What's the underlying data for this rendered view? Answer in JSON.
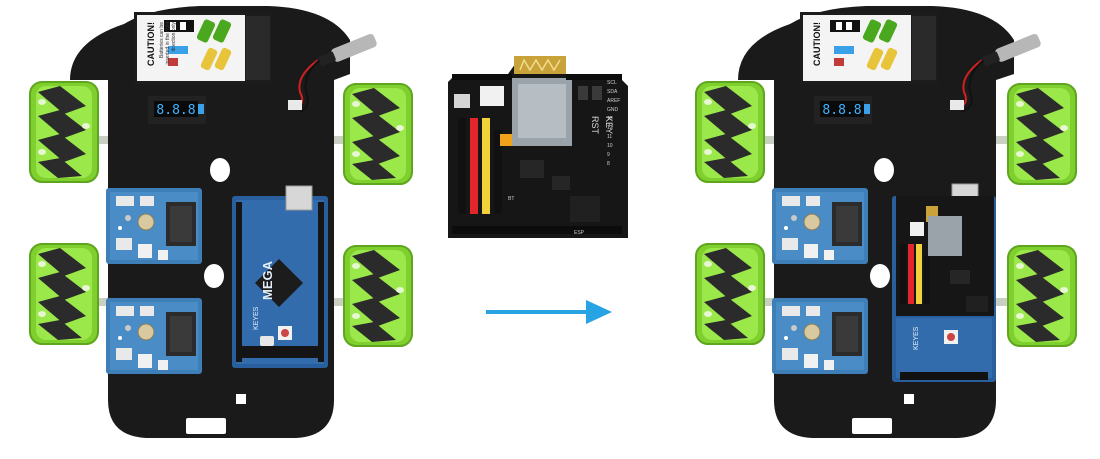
{
  "battery_label": {
    "heading": "CAUTION!",
    "line_1": "Batteries can be",
    "line_2": "inserted in the right",
    "line_3": "direction only"
  },
  "shield": {
    "pins_right": [
      "SCL",
      "SDA",
      "AREF",
      "GND",
      "13",
      "12",
      "11",
      "10",
      "9",
      "8"
    ],
    "rst_label": "RST",
    "key_label": "KEY",
    "button_label": "BT",
    "esp_label": "ESP"
  },
  "mega": {
    "brand": "MEGA",
    "logo_text": "KEYES"
  },
  "colors": {
    "board_black": "#1a1a1a",
    "wheel_green": "#8ee03a",
    "roller_dark": "#2c2c2c",
    "driver_blue": "#3f7fb8",
    "mega_blue": "#2a5f9e",
    "arrow_blue": "#27a3e3",
    "header_red": "#e3262b",
    "header_yellow": "#f1d23a",
    "header_black": "#111111",
    "battery_white": "#f4f4f4"
  },
  "icons": {
    "arrow": "arrow-right-icon"
  }
}
